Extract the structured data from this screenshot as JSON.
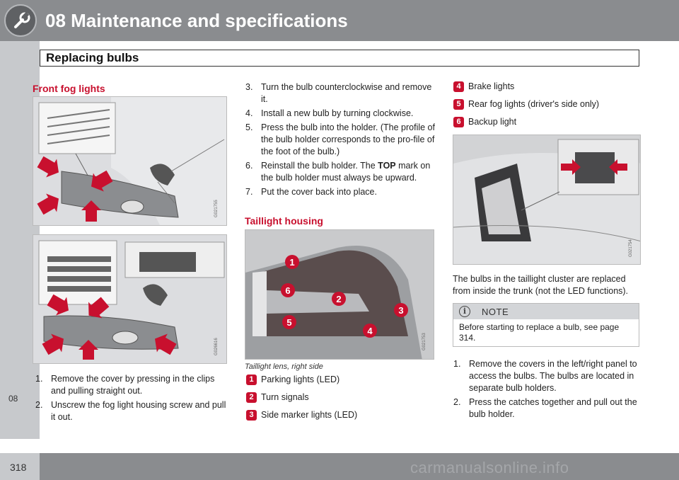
{
  "header": {
    "chapter_title": "08 Maintenance and specifications",
    "section_title": "Replacing bulbs",
    "chapter_tab": "08"
  },
  "footer": {
    "page_number": "318",
    "watermark": "carmanualsonline.info"
  },
  "fog": {
    "heading": "Front fog lights",
    "fig1_code": "G021755",
    "fig2_code": "G026616",
    "steps": [
      {
        "num": "1.",
        "text": "Remove the cover by pressing in the clips and pulling straight out."
      },
      {
        "num": "2.",
        "text": "Unscrew the fog light housing screw and pull it out."
      }
    ]
  },
  "middle": {
    "steps": [
      {
        "num": "3.",
        "text": "Turn the bulb counterclockwise and remove it."
      },
      {
        "num": "4.",
        "text": "Install a new bulb by turning clockwise."
      },
      {
        "num": "5.",
        "text": "Press the bulb into the holder. (The profile of the bulb holder corresponds to the pro-file of the foot of the bulb.)"
      },
      {
        "num": "6.",
        "text_before": "Reinstall the bulb holder. The ",
        "text_bold": "TOP",
        "text_after": " mark on the bulb holder must always be upward."
      },
      {
        "num": "7.",
        "text": "Put the cover back into place."
      }
    ],
    "taillight_heading": "Taillight housing",
    "taillight_fig_code": "G021753",
    "taillight_caption": "Taillight lens, right side",
    "taillight_numbers": [
      "1",
      "6",
      "2",
      "3",
      "5",
      "4"
    ],
    "legend": [
      {
        "num": "1",
        "label": "Parking lights (LED)"
      },
      {
        "num": "2",
        "label": "Turn signals"
      },
      {
        "num": "3",
        "label": "Side marker lights (LED)"
      }
    ]
  },
  "right": {
    "legend": [
      {
        "num": "4",
        "label": "Brake lights"
      },
      {
        "num": "5",
        "label": "Rear fog lights (driver's side only)"
      },
      {
        "num": "6",
        "label": "Backup light"
      }
    ],
    "trunk_fig_code": "G021754",
    "paragraph": "The bulbs in the taillight cluster are replaced from inside the trunk (not the LED functions).",
    "note": {
      "label": "NOTE",
      "text": "Before starting to replace a bulb, see page 314."
    },
    "steps": [
      {
        "num": "1.",
        "text": "Remove the covers in the left/right panel to access the bulbs. The bulbs are located in separate bulb holders."
      },
      {
        "num": "2.",
        "text": "Press the catches together and pull out the bulb holder."
      }
    ]
  },
  "colors": {
    "accent_red": "#c8102e",
    "header_gray": "#8a8c8f",
    "rail_gray": "#c7c9cc"
  }
}
